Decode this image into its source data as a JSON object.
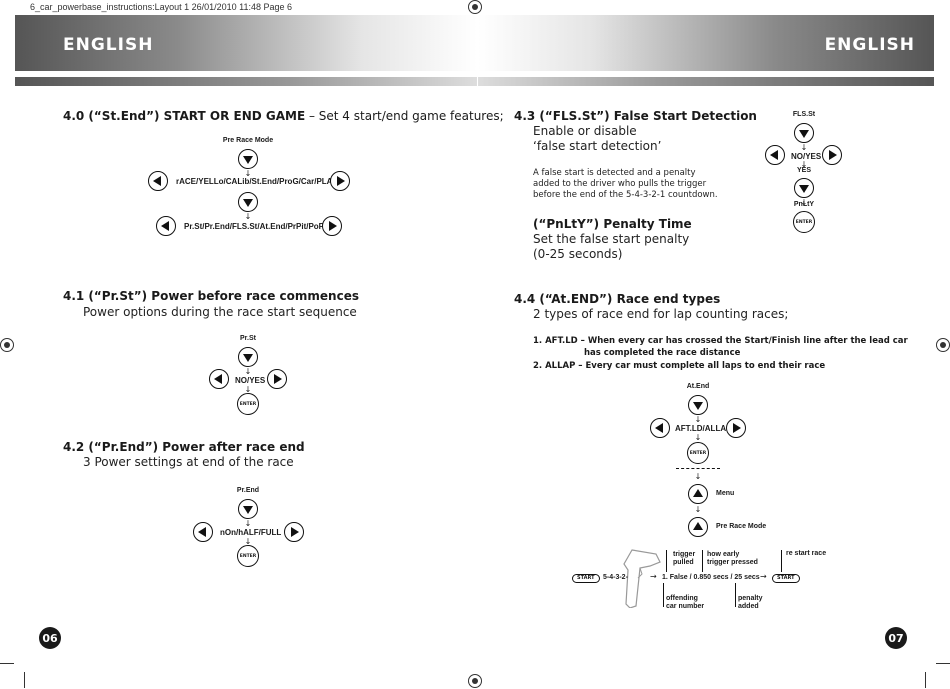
{
  "print_header": "6_car_powerbase_instructions:Layout 1  26/01/2010  11:48  Page 6",
  "banner": {
    "left_title": "ENGLISH",
    "right_title": "ENGLISH"
  },
  "section_40": {
    "title_bold": "4.0 (“St.End”) START OR END GAME",
    "title_rest": " – Set 4 start/end game features;",
    "top_label": "Pre Race Mode",
    "row1": "rACE/YELLo/CALib/St.End/ProG/Car/PLAtF",
    "row2": "Pr.St/Pr.End/FLS.St/At.End/PrPit/PoPit"
  },
  "section_41": {
    "title": "4.1 (“Pr.St”) Power before race commences",
    "body": "Power options during the race start sequence",
    "top_label": "Pr.St",
    "mid_label": "NO/YES",
    "enter": "ENTER"
  },
  "section_42": {
    "title": "4.2  (“Pr.End”) Power after race end",
    "body": "3 Power settings at end of the race",
    "top_label": "Pr.End",
    "mid_label": "nOn/hALF/FULL",
    "enter": "ENTER"
  },
  "section_43": {
    "title": "4.3 (“FLS.St”) False Start Detection",
    "body1": "Enable or disable",
    "body2": "‘false start detection’",
    "note1": "A false start is detected and a penalty",
    "note2": "added to the driver who pulls the trigger",
    "note3": "before the end of the 5-4-3-2-1 countdown.",
    "penalty_title": "(“PnLtY”) Penalty Time",
    "penalty_body1": "Set the false start penalty",
    "penalty_body2": "(0-25 seconds)",
    "d_top": "FLS.St",
    "d_mid": "NO/YES",
    "d_yes": "YES",
    "d_pnlty": "PnLtY",
    "enter": "ENTER"
  },
  "section_44": {
    "title": "4.4 (“At.END”) Race end types",
    "body": "2 types of race end for lap counting races;",
    "item1_a": "1.  AFT.LD  – When every car has crossed the Start/Finish line after the lead car",
    "item1_b": "has completed the race distance",
    "item2": "2. ALLAP –    Every car must complete all laps to end their race",
    "d_top": "At.End",
    "d_mid": "AFT.LD/ALLAP",
    "enter": "ENTER",
    "menu": "Menu",
    "pre_race": "Pre Race Mode"
  },
  "timeline": {
    "start_left": "START",
    "countdown": "5-4-3-2-",
    "result": "1. False / 0.850 secs / 25 secs",
    "start_right": "START",
    "trigger_pulled_1": "trigger",
    "trigger_pulled_2": "pulled",
    "how_early_1": "how early",
    "how_early_2": "trigger pressed",
    "restart": "re start race",
    "offending_1": "offending",
    "offending_2": "car number",
    "penalty_1": "penalty",
    "penalty_2": "added"
  },
  "pages": {
    "left": "06",
    "right": "07"
  },
  "colors": {
    "banner_dark": "#555555",
    "text": "#1a1a1a",
    "page_badge": "#1a1a1a"
  }
}
